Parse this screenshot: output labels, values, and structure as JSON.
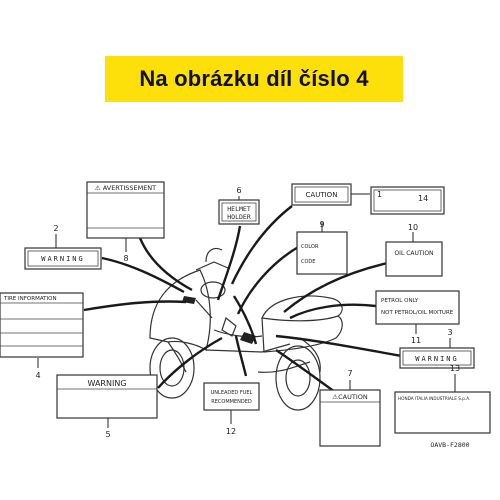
{
  "banner": {
    "text": "Na obrázku díl číslo 4",
    "bg": "#fde009"
  },
  "callouts": [
    "1",
    "2",
    "3",
    "4",
    "5",
    "6",
    "7",
    "8",
    "9",
    "10",
    "11",
    "12",
    "13",
    "14"
  ],
  "labels": {
    "avertissement": "⚠ AVERTISSEMENT",
    "warning_2": "WARNING",
    "tire_information": "TIRE INFORMATION",
    "warning_5": "WARNING",
    "helmet_line1": "HELMET",
    "helmet_line2": "HOLDER",
    "caution_1": "CAUTION",
    "color": "COLOR",
    "code": "CODE",
    "oil_caution": "OIL  CAUTION",
    "petrol_line1": "PETROL ONLY",
    "petrol_line2": "NOT PETROL/OIL MIXTURE",
    "warning_3": "WARNING",
    "unleaded_line1": "UNLEADED  FUEL",
    "unleaded_line2": "RECOMMENDED",
    "caution_7": "⚠CAUTION",
    "honda_italia": "HONDA ITALIA INDUSTRIALE  S.p.A.",
    "part_code": "OAVB-F2800"
  }
}
